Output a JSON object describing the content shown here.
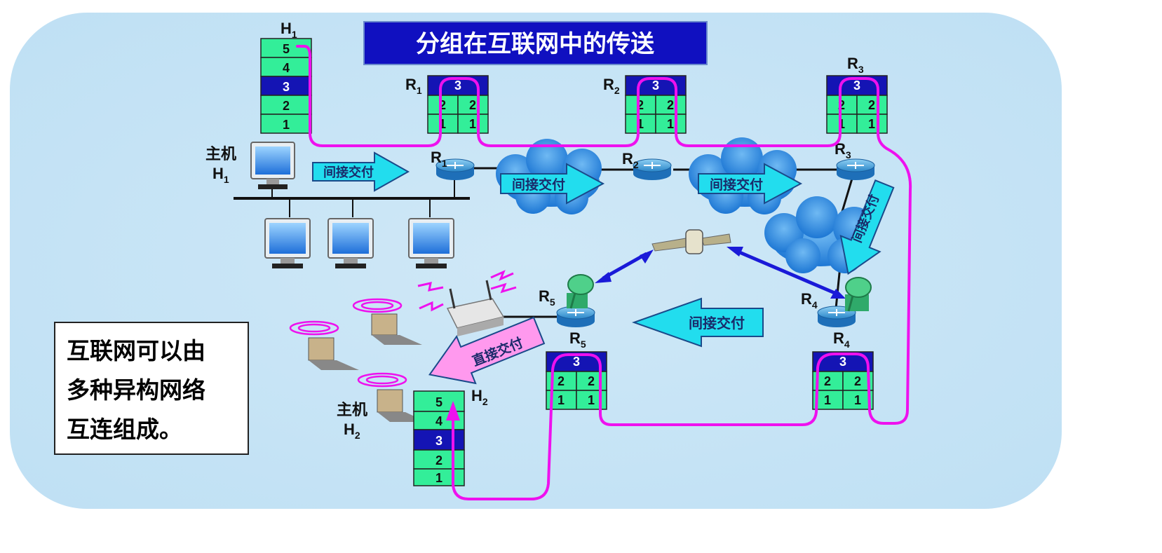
{
  "title": "分组在互联网中的传送",
  "note": [
    "互联网可以由",
    "多种异构网络",
    "互连组成。"
  ],
  "stacks": {
    "h1": {
      "label": "H",
      "sub": "1",
      "layers": [
        "5",
        "4",
        "3",
        "2",
        "1"
      ]
    },
    "h2": {
      "label": "H",
      "sub": "2",
      "layers": [
        "5",
        "4",
        "3",
        "2",
        "1"
      ]
    },
    "r1": {
      "label": "R",
      "sub": "1",
      "top": "3",
      "left": [
        "2",
        "1"
      ],
      "right": [
        "2",
        "1"
      ]
    },
    "r2": {
      "label": "R",
      "sub": "2",
      "top": "3",
      "left": [
        "2",
        "1"
      ],
      "right": [
        "2",
        "1"
      ]
    },
    "r3": {
      "label": "R",
      "sub": "3",
      "top": "3",
      "left": [
        "2",
        "1"
      ],
      "right": [
        "2",
        "1"
      ]
    },
    "r4": {
      "label": "R",
      "sub": "4",
      "top": "3",
      "left": [
        "2",
        "1"
      ],
      "right": [
        "2",
        "1"
      ]
    },
    "r5": {
      "label": "R",
      "sub": "5",
      "top": "3",
      "left": [
        "2",
        "1"
      ],
      "right": [
        "2",
        "1"
      ]
    }
  },
  "devices": {
    "host1_label": "主机",
    "host1_name": "H",
    "host1_sub": "1",
    "host2_label": "主机",
    "host2_name": "H",
    "host2_sub": "2",
    "router_letter": "R",
    "r1_sub": "1",
    "r2_sub": "2",
    "r3_sub": "3",
    "r4_sub": "4",
    "r5_sub": "5"
  },
  "arrows": {
    "indirect": "间接交付",
    "direct": "直接交付"
  },
  "colors": {
    "panel": "#c5e3f4",
    "title_bg": "#1010c0",
    "layer_green": "#33ee99",
    "layer_blue": "#1414b4",
    "path": "#ee11ee",
    "arrow_cyan": "#22ddee",
    "arrow_pink": "#ff99ee",
    "link_blue": "#1a1ad8"
  }
}
